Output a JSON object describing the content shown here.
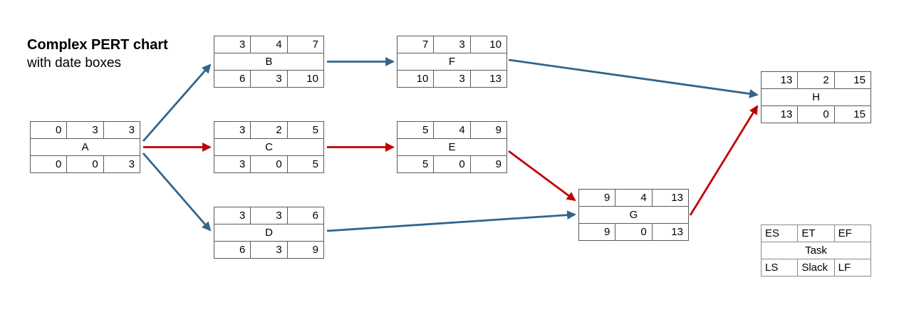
{
  "title": {
    "heading": "Complex PERT chart",
    "subheading": "with date boxes"
  },
  "colors": {
    "arrow_blue": "#31658C",
    "arrow_red": "#C00000",
    "box_border": "#5a5a5a"
  },
  "nodes": [
    {
      "name": "A",
      "es": "0",
      "et": "3",
      "ef": "3",
      "ls": "0",
      "slack": "0",
      "lf": "3"
    },
    {
      "name": "B",
      "es": "3",
      "et": "4",
      "ef": "7",
      "ls": "6",
      "slack": "3",
      "lf": "10"
    },
    {
      "name": "C",
      "es": "3",
      "et": "2",
      "ef": "5",
      "ls": "3",
      "slack": "0",
      "lf": "5"
    },
    {
      "name": "D",
      "es": "3",
      "et": "3",
      "ef": "6",
      "ls": "6",
      "slack": "3",
      "lf": "9"
    },
    {
      "name": "E",
      "es": "5",
      "et": "4",
      "ef": "9",
      "ls": "5",
      "slack": "0",
      "lf": "9"
    },
    {
      "name": "F",
      "es": "7",
      "et": "3",
      "ef": "10",
      "ls": "10",
      "slack": "3",
      "lf": "13"
    },
    {
      "name": "G",
      "es": "9",
      "et": "4",
      "ef": "13",
      "ls": "9",
      "slack": "0",
      "lf": "13"
    },
    {
      "name": "H",
      "es": "13",
      "et": "2",
      "ef": "15",
      "ls": "13",
      "slack": "0",
      "lf": "15"
    }
  ],
  "edges": [
    {
      "from": "A",
      "to": "B",
      "color": "blue"
    },
    {
      "from": "A",
      "to": "C",
      "color": "red"
    },
    {
      "from": "A",
      "to": "D",
      "color": "blue"
    },
    {
      "from": "B",
      "to": "F",
      "color": "blue"
    },
    {
      "from": "C",
      "to": "E",
      "color": "red"
    },
    {
      "from": "F",
      "to": "H",
      "color": "blue"
    },
    {
      "from": "E",
      "to": "G",
      "color": "red"
    },
    {
      "from": "D",
      "to": "G",
      "color": "blue"
    },
    {
      "from": "G",
      "to": "H",
      "color": "red"
    }
  ],
  "legend": {
    "es": "ES",
    "et": "ET",
    "ef": "EF",
    "task": "Task",
    "ls": "LS",
    "slack": "Slack",
    "lf": "LF"
  }
}
